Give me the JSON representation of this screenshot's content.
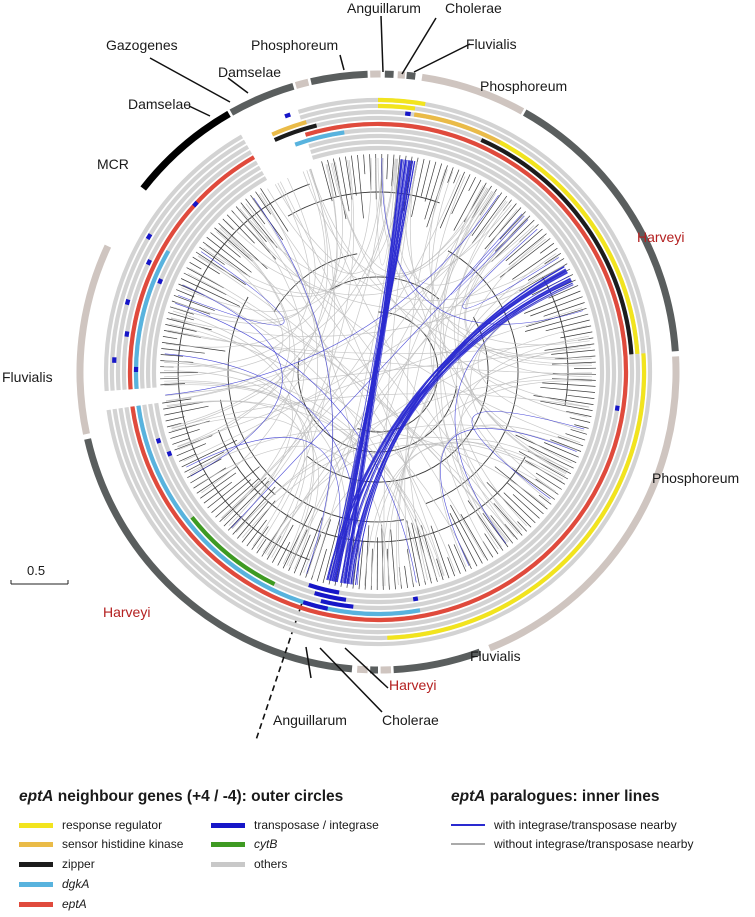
{
  "clade_labels": [
    {
      "id": "anguillarum-top",
      "text": "Anguillarum",
      "color": "#1a1a1a"
    },
    {
      "id": "cholerae-top",
      "text": "Cholerae",
      "color": "#1a1a1a"
    },
    {
      "id": "fluvialis-top",
      "text": "Fluvialis",
      "color": "#1a1a1a"
    },
    {
      "id": "gazogenes",
      "text": "Gazogenes",
      "color": "#1a1a1a"
    },
    {
      "id": "phosphoreum-top",
      "text": "Phosphoreum",
      "color": "#1a1a1a"
    },
    {
      "id": "damselae-1",
      "text": "Damselae",
      "color": "#1a1a1a"
    },
    {
      "id": "phosphoreum-right-top",
      "text": "Phosphoreum",
      "color": "#1a1a1a"
    },
    {
      "id": "damselae-2",
      "text": "Damselae",
      "color": "#1a1a1a"
    },
    {
      "id": "mcr",
      "text": "MCR",
      "color": "#1a1a1a"
    },
    {
      "id": "harveyi-right",
      "text": "Harveyi",
      "color": "#b42020"
    },
    {
      "id": "fluvialis-left",
      "text": "Fluvialis",
      "color": "#1a1a1a"
    },
    {
      "id": "phosphoreum-right",
      "text": "Phosphoreum",
      "color": "#1a1a1a"
    },
    {
      "id": "harveyi-left",
      "text": "Harveyi",
      "color": "#b42020"
    },
    {
      "id": "fluvialis-bottom",
      "text": "Fluvialis",
      "color": "#1a1a1a"
    },
    {
      "id": "harveyi-bottom",
      "text": "Harveyi",
      "color": "#b42020"
    },
    {
      "id": "anguillarum-bottom",
      "text": "Anguillarum",
      "color": "#1a1a1a"
    },
    {
      "id": "cholerae-bottom",
      "text": "Cholerae",
      "color": "#1a1a1a"
    }
  ],
  "scale_bar": {
    "label": "0.5"
  },
  "legend": {
    "outer_title_gene": "eptA",
    "outer_title_rest": " neighbour genes (+4 / -4): outer circles",
    "inner_title_gene": "eptA",
    "inner_title_rest": " paralogues: inner lines",
    "outer_items": [
      {
        "label": "response regulator",
        "color": "#f2e41e",
        "italic": false
      },
      {
        "label": "sensor histidine kinase",
        "color": "#eabb48",
        "italic": false
      },
      {
        "label": "zipper",
        "color": "#1c1c1c",
        "italic": false
      },
      {
        "label": "dgkA",
        "color": "#58b3de",
        "italic": true
      },
      {
        "label": "eptA",
        "color": "#e04a3c",
        "italic": true
      },
      {
        "label": "transposase / integrase",
        "color": "#1616c8",
        "italic": false
      },
      {
        "label": "cytB",
        "color": "#3e9a22",
        "italic": true
      },
      {
        "label": "others",
        "color": "#c8c8c8",
        "italic": false
      }
    ],
    "inner_items": [
      {
        "label": "with integrase/transposase nearby",
        "color": "#2a2ad0"
      },
      {
        "label": "without integrase/transposase nearby",
        "color": "#aaaaaa"
      }
    ]
  },
  "colors": {
    "outer_dark": "#5a5e5e",
    "outer_light": "#cfc5c0",
    "ring_gray": "#d3d3d3",
    "paralog_blue": "#2a2ad0",
    "paralog_gray": "#bdbdbd",
    "mcr": "#000000"
  }
}
